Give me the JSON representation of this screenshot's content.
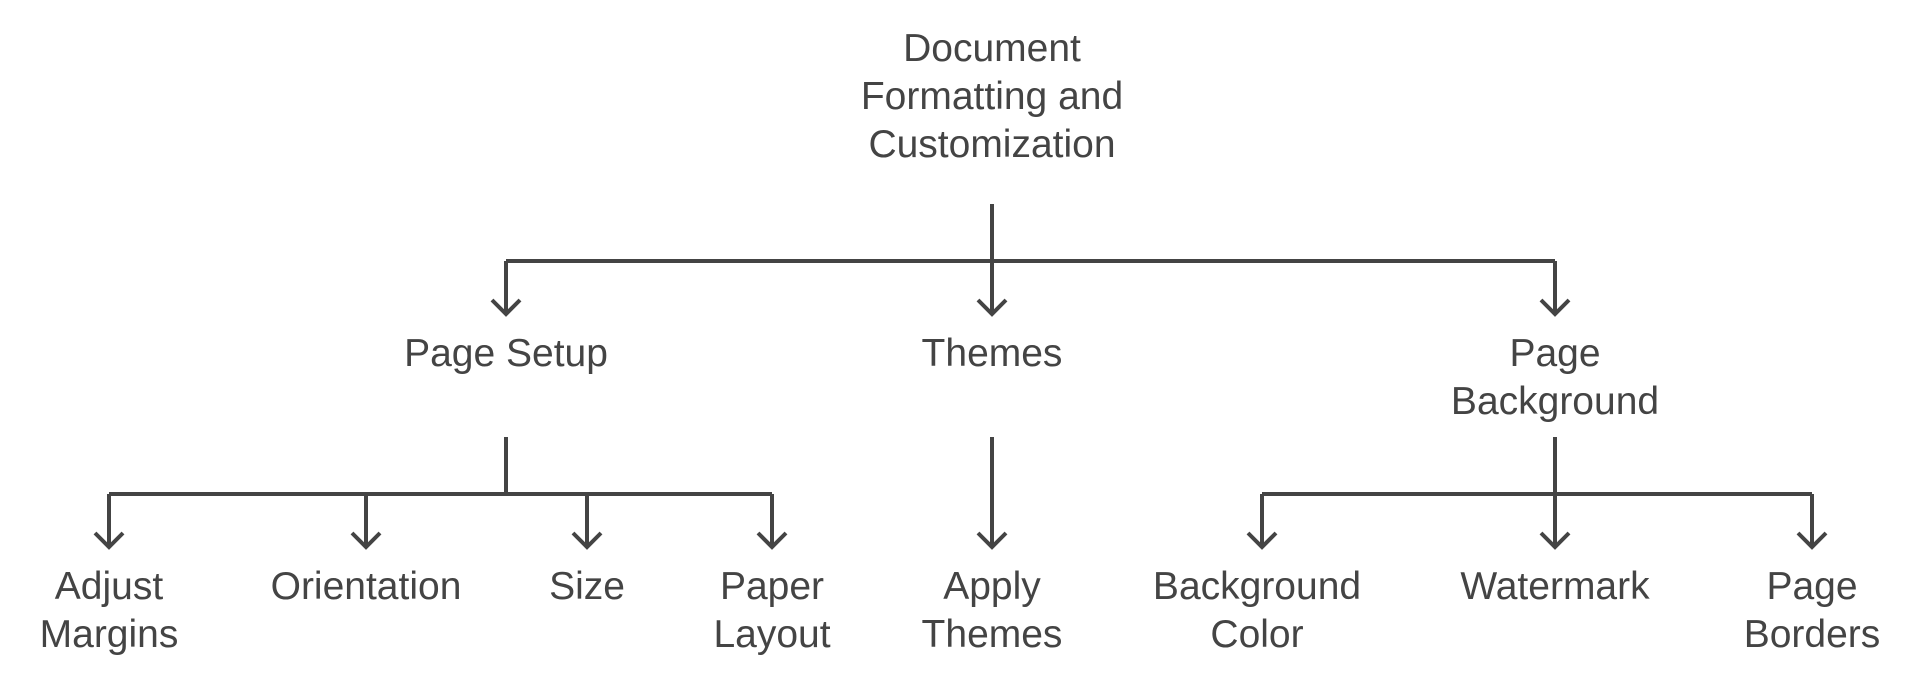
{
  "style": {
    "text_color": "#444444",
    "line_color": "#444444",
    "background": "#ffffff"
  },
  "root": {
    "label_lines": [
      "Document",
      "Formatting and",
      "Customization"
    ]
  },
  "branches": [
    {
      "label_lines": [
        "Page Setup"
      ],
      "children": [
        {
          "label_lines": [
            "Adjust",
            "Margins"
          ]
        },
        {
          "label_lines": [
            "Orientation"
          ]
        },
        {
          "label_lines": [
            "Size"
          ]
        },
        {
          "label_lines": [
            "Paper",
            "Layout"
          ]
        }
      ]
    },
    {
      "label_lines": [
        "Themes"
      ],
      "children": [
        {
          "label_lines": [
            "Apply",
            "Themes"
          ]
        }
      ]
    },
    {
      "label_lines": [
        "Page",
        "Background"
      ],
      "children": [
        {
          "label_lines": [
            "Background",
            "Color"
          ]
        },
        {
          "label_lines": [
            "Watermark"
          ]
        },
        {
          "label_lines": [
            "Page",
            "Borders"
          ]
        }
      ]
    }
  ]
}
